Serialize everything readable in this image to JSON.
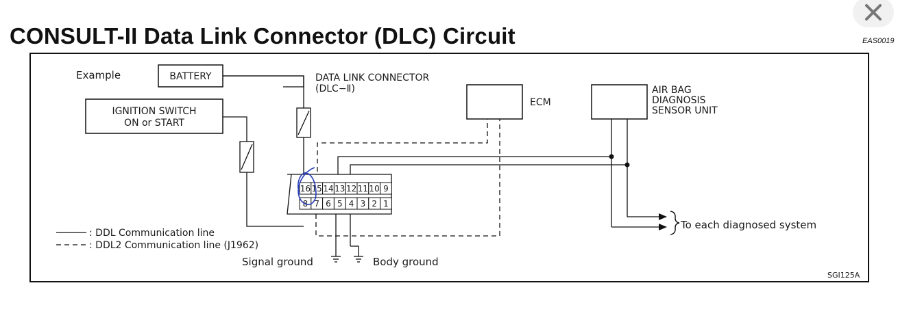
{
  "header": {
    "title": "CONSULT-II Data Link Connector (DLC) Circuit",
    "code": "EAS0019",
    "close_icon": "close-icon"
  },
  "diagram": {
    "example_label": "Example",
    "battery_label": "BATTERY",
    "ignition_line1": "IGNITION SWITCH",
    "ignition_line2": "ON or START",
    "dlc_line1": "DATA LINK CONNECTOR",
    "dlc_line2": "(DLC−Ⅱ)",
    "ecm_label": "ECM",
    "airbag_line1": "AIR BAG",
    "airbag_line2": "DIAGNOSIS",
    "airbag_line3": "SENSOR UNIT",
    "to_each_label": "To each diagnosed system",
    "pins_top": [
      "16",
      "15",
      "14",
      "13",
      "12",
      "11",
      "10",
      "9"
    ],
    "pins_bottom": [
      "8",
      "7",
      "6",
      "5",
      "4",
      "3",
      "2",
      "1"
    ],
    "legend_solid": ": DDL Communication line",
    "legend_dashed": ": DDL2 Communication line (J1962)",
    "signal_ground": "Signal ground",
    "body_ground": "Body ground",
    "figure_id": "SGI125A",
    "annotation_color": "#2a3fb8"
  }
}
